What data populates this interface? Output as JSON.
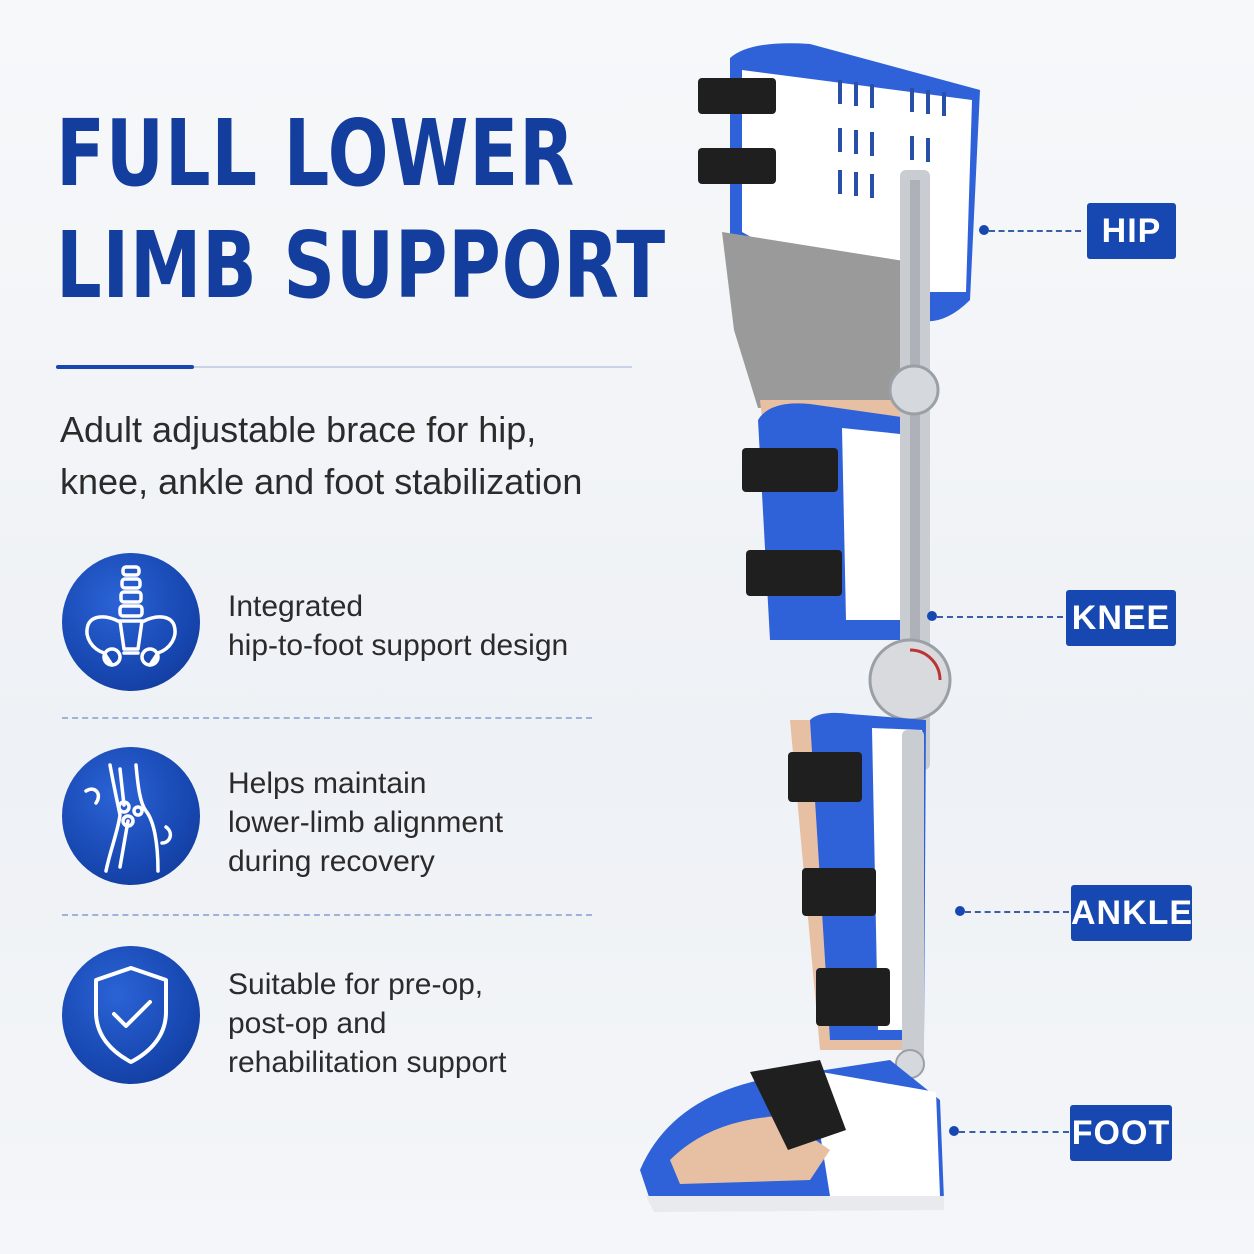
{
  "headline": {
    "line1": "FULL LOWER",
    "line2": "LIMB SUPPORT"
  },
  "subtitle": {
    "line1": "Adult adjustable brace for hip,",
    "line2": "knee, ankle and foot stabilization"
  },
  "features": [
    {
      "icon": "pelvis-spine-icon",
      "lines": [
        "Integrated",
        "hip-to-foot support design"
      ]
    },
    {
      "icon": "knee-joint-icon",
      "lines": [
        "Helps maintain",
        "lower-limb alignment",
        "during recovery"
      ]
    },
    {
      "icon": "shield-check-icon",
      "lines": [
        "Suitable for pre-op,",
        "post-op and",
        "rehabilitation support"
      ]
    }
  ],
  "callouts": {
    "hip": "HIP",
    "knee": "KNEE",
    "ankle": "ANKLE",
    "foot": "FOOT"
  },
  "colors": {
    "brand_blue": "#1747b0",
    "text_dark": "#2b2b2b",
    "background": "#f4f6f9"
  }
}
